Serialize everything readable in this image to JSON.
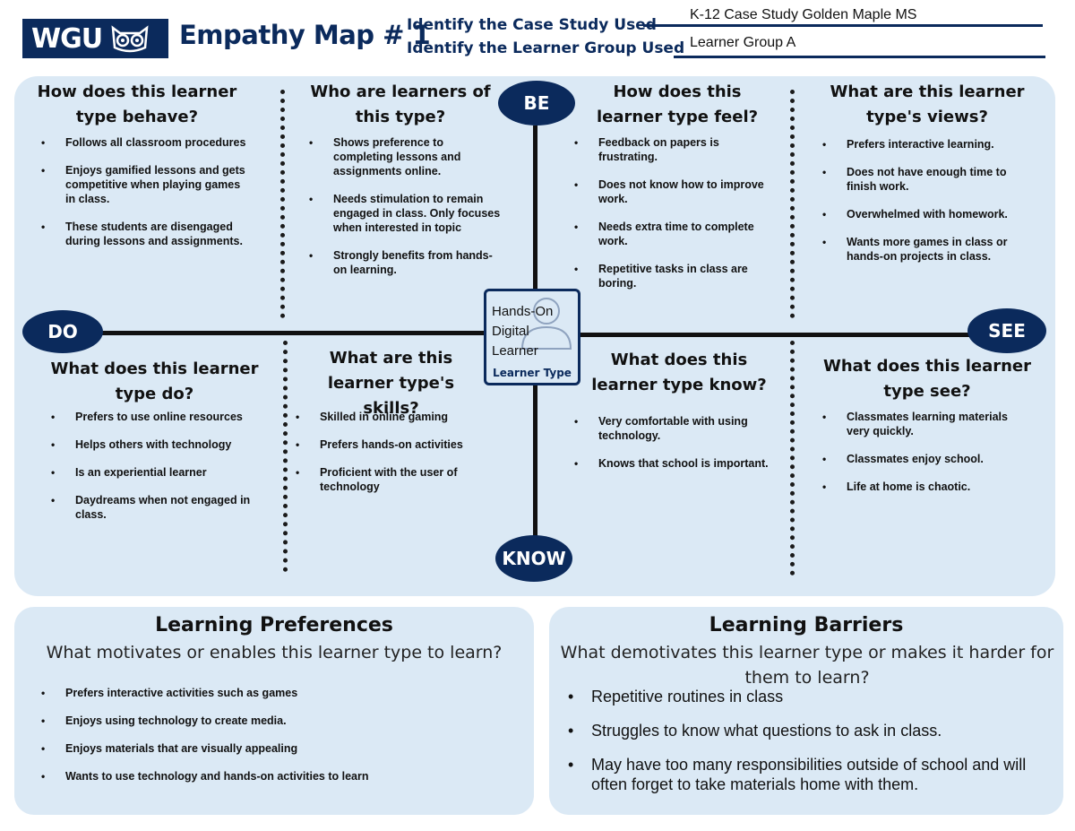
{
  "header": {
    "logo_text": "WGU",
    "title": "Empathy Map # 1",
    "case_prompt": "Identify the Case Study Used",
    "group_prompt": "Identify the Learner Group Used",
    "case_value": "K-12 Case Study Golden Maple MS",
    "group_value": "Learner Group A"
  },
  "axes": {
    "be": "BE",
    "do": "DO",
    "see": "SEE",
    "know": "KNOW"
  },
  "center": {
    "name": "Hands-On Digital Learner",
    "caption": "Learner Type"
  },
  "quadrants": {
    "behave": {
      "heading": "How does this learner type behave?",
      "items": [
        "Follows all classroom procedures",
        "Enjoys gamified lessons and gets competitive when playing games in class.",
        "These students are disengaged during lessons and assignments."
      ]
    },
    "who": {
      "heading": "Who are learners of this type?",
      "items": [
        "Shows preference to completing lessons and assignments online.",
        "Needs stimulation to remain engaged in class. Only focuses when interested in topic",
        "Strongly benefits from hands-on learning."
      ]
    },
    "feel": {
      "heading": "How does this learner type feel?",
      "items": [
        "Feedback on papers is frustrating.",
        "Does not know how to improve work.",
        "Needs extra time to complete work.",
        "Repetitive tasks in class are boring."
      ]
    },
    "views": {
      "heading": "What are this learner type's views?",
      "items": [
        "Prefers interactive learning.",
        "Does not have enough time to finish work.",
        "Overwhelmed with homework.",
        "Wants more games in class or hands-on projects in class."
      ]
    },
    "do": {
      "heading": "What does this learner type do?",
      "items": [
        "Prefers to use online resources",
        "Helps others with technology",
        "Is an experiential learner",
        "Daydreams when not engaged in class."
      ]
    },
    "skills": {
      "heading": "What are this learner type's skills?",
      "items": [
        "Skilled in online gaming",
        "Prefers hands-on activities",
        "Proficient with the user of technology"
      ]
    },
    "know": {
      "heading": "What does this learner type know?",
      "items": [
        "Very comfortable with using technology.",
        "Knows that school is important."
      ]
    },
    "see": {
      "heading": "What does this learner type see?",
      "items": [
        "Classmates learning materials very quickly.",
        "Classmates enjoy school.",
        "Life at home is chaotic."
      ]
    }
  },
  "preferences": {
    "title": "Learning Preferences",
    "subtitle": "What motivates or enables this learner type to learn?",
    "items": [
      "Prefers interactive activities such as games",
      "Enjoys using technology to create media.",
      "Enjoys materials that are visually appealing",
      "Wants to use technology and hands-on activities to learn"
    ]
  },
  "barriers": {
    "title": "Learning Barriers",
    "subtitle": "What demotivates this learner type or makes it harder for them to learn?",
    "items": [
      "Repetitive routines in class",
      "Struggles to know what questions to ask in class.",
      "May have too many responsibilities outside of school and will often forget to take materials home with them."
    ]
  }
}
